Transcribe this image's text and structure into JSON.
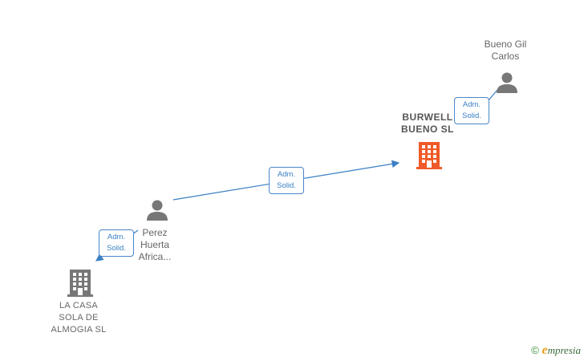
{
  "nodes": {
    "bueno_gil": {
      "lines": [
        "Bueno Gil",
        "Carlos"
      ]
    },
    "burwell": {
      "lines": [
        "BURWELL",
        "BUENO  SL"
      ]
    },
    "perez": {
      "lines": [
        "Perez",
        "Huerta",
        "Africa..."
      ]
    },
    "la_casa": {
      "lines": [
        "LA CASA",
        "SOLA DE",
        "ALMOGIA  SL"
      ]
    }
  },
  "relations": {
    "r1": {
      "line1": "Adm.",
      "line2": "Solid."
    },
    "r2": {
      "line1": "Adm.",
      "line2": "Solid."
    },
    "r3": {
      "line1": "Adm.",
      "line2": "Solid."
    }
  },
  "colors": {
    "edge": "#3a7fc4",
    "person": "#777777",
    "company_main": "#f05a28",
    "company_other": "#777777"
  },
  "watermark": {
    "copyright": "©",
    "brand_e": "e",
    "brand_rest": "mpresia"
  }
}
